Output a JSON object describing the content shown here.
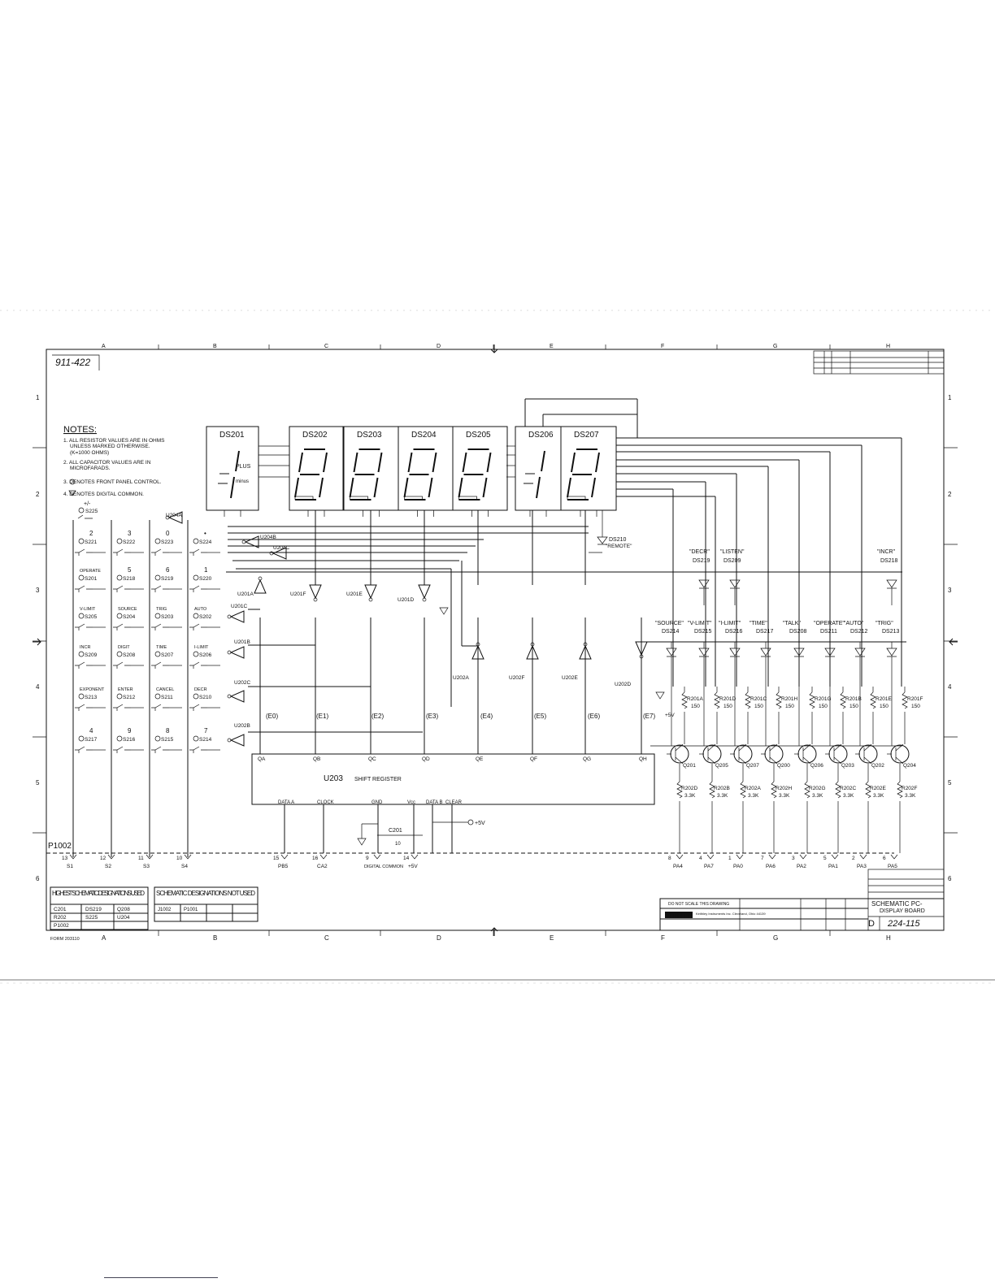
{
  "drawing_id": "911-422",
  "grid": {
    "cols": [
      "A",
      "B",
      "C",
      "D",
      "E",
      "F",
      "G",
      "H"
    ],
    "rows": [
      "1",
      "2",
      "3",
      "4",
      "5",
      "6"
    ]
  },
  "notes": {
    "heading": "NOTES:",
    "items": [
      "1. ALL RESISTOR VALUES ARE IN OHMS",
      "UNLESS MARKED OTHERWISE.",
      "(K=1000 OHMS)",
      "2. ALL CAPACITOR VALUES ARE IN",
      "MICROFARADS.",
      "3. DENOTES FRONT PANEL CONTROL.",
      "4. DENOTES DIGITAL COMMON."
    ]
  },
  "displays": [
    {
      "ref": "DS201",
      "glyph": "1",
      "sub": "PLUS",
      "sub2": "minus"
    },
    {
      "ref": "DS202",
      "glyph": "8"
    },
    {
      "ref": "DS203",
      "glyph": "8"
    },
    {
      "ref": "DS204",
      "glyph": "8"
    },
    {
      "ref": "DS205",
      "glyph": "8"
    },
    {
      "ref": "DS206",
      "glyph": "1"
    },
    {
      "ref": "DS207",
      "glyph": "8"
    }
  ],
  "keypad": {
    "cells": [
      {
        "label": "+/-",
        "ref": "S225"
      },
      {
        "label": "2",
        "ref": "S221"
      },
      {
        "label": "3",
        "ref": "S222"
      },
      {
        "label": "0",
        "ref": "S223"
      },
      {
        "label": "•",
        "ref": "S224"
      },
      {
        "label": "OPERATE",
        "ref": "S201"
      },
      {
        "label": "5",
        "ref": "S218"
      },
      {
        "label": "6",
        "ref": "S219"
      },
      {
        "label": "1",
        "ref": "S220"
      },
      {
        "label": "V-LIMIT",
        "ref": "S205"
      },
      {
        "label": "SOURCE",
        "ref": "S204"
      },
      {
        "label": "TRIG",
        "ref": "S203"
      },
      {
        "label": "AUTO",
        "ref": "S202"
      },
      {
        "label": "INCR",
        "ref": "S209"
      },
      {
        "label": "DIGIT",
        "ref": "S208"
      },
      {
        "label": "TIME",
        "ref": "S207"
      },
      {
        "label": "I-LIMIT",
        "ref": "S206"
      },
      {
        "label": "EXPONENT",
        "ref": "S213"
      },
      {
        "label": "ENTER",
        "ref": "S212"
      },
      {
        "label": "CANCEL",
        "ref": "S211"
      },
      {
        "label": "DECR",
        "ref": "S210"
      },
      {
        "label": "4",
        "ref": "S217"
      },
      {
        "label": "9",
        "ref": "S216"
      },
      {
        "label": "8",
        "ref": "S215"
      },
      {
        "label": "7",
        "ref": "S214"
      }
    ]
  },
  "gates": [
    "U204A",
    "U204B",
    "U204C",
    "U201A",
    "U201C",
    "U201B",
    "U202C",
    "U202B",
    "U201F",
    "U201E",
    "U201D",
    "U202A",
    "U202F",
    "U202E",
    "U202D"
  ],
  "shift_register": {
    "ref": "U203",
    "name": "SHIFT REGISTER",
    "outputs": [
      "QA",
      "QB",
      "QC",
      "QD",
      "QE",
      "QF",
      "QG",
      "QH"
    ],
    "inputs": [
      "DATA A",
      "CLOCK",
      "GND",
      "Vcc",
      "DATA B",
      "CLEAR"
    ],
    "vplus": "+5V"
  },
  "e_labels": [
    "(E0)",
    "(E1)",
    "(E2)",
    "(E3)",
    "(E4)",
    "(E5)",
    "(E6)",
    "(E7)"
  ],
  "remote_led": {
    "ref": "DS210",
    "label": "\"REMOTE\""
  },
  "leds_top": [
    {
      "label": "\"DECR\"",
      "ref": "DS219"
    },
    {
      "label": "\"LISTEN\"",
      "ref": "DS209"
    },
    {
      "label": "\"INCR\"",
      "ref": "DS218"
    }
  ],
  "leds_row": [
    {
      "label": "\"SOURCE\"",
      "ref": "DS214"
    },
    {
      "label": "\"V-LIMIT\"",
      "ref": "DS215"
    },
    {
      "label": "\"I-LIMIT\"",
      "ref": "DS216"
    },
    {
      "label": "\"TIME\"",
      "ref": "DS217"
    },
    {
      "label": "\"TALK\"",
      "ref": "DS208"
    },
    {
      "label": "\"OPERATE\"",
      "ref": "DS211"
    },
    {
      "label": "\"AUTO\"",
      "ref": "DS212"
    },
    {
      "label": "\"TRIG\"",
      "ref": "DS213"
    }
  ],
  "resistors_a": [
    {
      "ref": "R201A",
      "val": "150"
    },
    {
      "ref": "R201D",
      "val": "150"
    },
    {
      "ref": "R201C",
      "val": "150"
    },
    {
      "ref": "R201H",
      "val": "150"
    },
    {
      "ref": "R201G",
      "val": "150"
    },
    {
      "ref": "R201B",
      "val": "150"
    },
    {
      "ref": "R201E",
      "val": "150"
    },
    {
      "ref": "R201F",
      "val": "150"
    }
  ],
  "transistors": [
    "Q201",
    "Q205",
    "Q207",
    "Q200",
    "Q206",
    "Q203",
    "Q202",
    "Q204"
  ],
  "resistors_b": [
    {
      "ref": "R202D",
      "val": "3.3K"
    },
    {
      "ref": "R202B",
      "val": "3.3K"
    },
    {
      "ref": "R202A",
      "val": "3.3K"
    },
    {
      "ref": "R202H",
      "val": "3.3K"
    },
    {
      "ref": "R202G",
      "val": "3.3K"
    },
    {
      "ref": "R202C",
      "val": "3.3K"
    },
    {
      "ref": "R202E",
      "val": "3.3K"
    },
    {
      "ref": "R202F",
      "val": "3.3K"
    }
  ],
  "connector": {
    "ref": "P1002",
    "pins": [
      {
        "num": "13",
        "sig": "S1"
      },
      {
        "num": "12",
        "sig": "S2"
      },
      {
        "num": "11",
        "sig": "S3"
      },
      {
        "num": "10",
        "sig": "S4"
      },
      {
        "num": "15",
        "sig": "PB5"
      },
      {
        "num": "16",
        "sig": "CA2"
      },
      {
        "num": "9",
        "sig": "DIGITAL COMMON"
      },
      {
        "num": "14",
        "sig": "+5V"
      },
      {
        "num": "8",
        "sig": "PA4"
      },
      {
        "num": "4",
        "sig": "PA7"
      },
      {
        "num": "1",
        "sig": "PA0"
      },
      {
        "num": "7",
        "sig": "PA6"
      },
      {
        "num": "3",
        "sig": "PA2"
      },
      {
        "num": "5",
        "sig": "PA1"
      },
      {
        "num": "2",
        "sig": "PA3"
      },
      {
        "num": "6",
        "sig": "PA5"
      }
    ]
  },
  "capacitor": {
    "ref": "C201",
    "val": "10"
  },
  "highest_table": {
    "title": "HIGHEST SCHEMATIC DESIGNATIONS USED",
    "rows": [
      [
        "C201",
        "DS219",
        "Q208"
      ],
      [
        "R202",
        "S225",
        "U204"
      ],
      [
        "P1002",
        "",
        ""
      ]
    ]
  },
  "notused_table": {
    "title": "SCHEMATIC DESIGNATIONS NOT USED",
    "rows": [
      [
        "J1002",
        "P1001",
        "",
        ""
      ]
    ]
  },
  "title_block": {
    "company": "KEITHLEY",
    "company_sub": "Keithley Instruments Inc. Cleveland, Ohio 44139",
    "title_line1": "SCHEMATIC PC-",
    "title_line2": "DISPLAY BOARD",
    "size": "D",
    "number": "224-115",
    "scale_note": "DO NOT SCALE THIS DRAWING",
    "form": "FORM 203110"
  }
}
